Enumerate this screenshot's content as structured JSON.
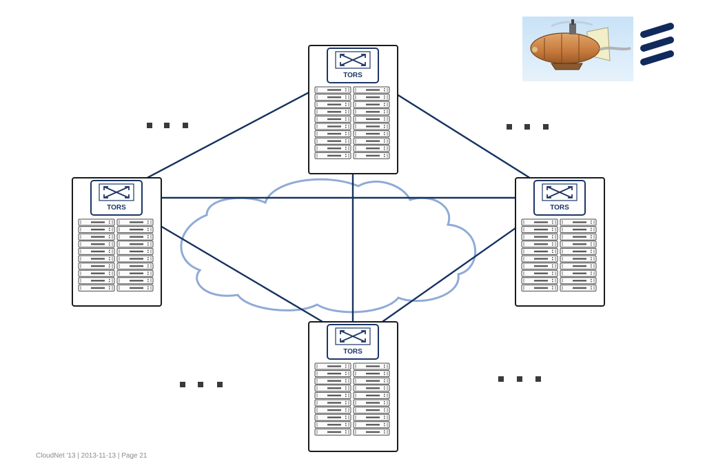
{
  "footer": {
    "text": "CloudNet '13 | 2013-11-13  |  Page 21"
  },
  "colors": {
    "link": "#16325f",
    "cloud": "#8fabd6",
    "rack_border": "#1a1a1a",
    "switch_fill": "#ffffff",
    "switch_border": "#1b3566",
    "ellipsis": "#3a3a3a",
    "logo": "#102a5c"
  },
  "racks": [
    {
      "id": "top",
      "switch_label": "TORS"
    },
    {
      "id": "left",
      "switch_label": "TORS"
    },
    {
      "id": "right",
      "switch_label": "TORS"
    },
    {
      "id": "bottom",
      "switch_label": "TORS"
    }
  ],
  "links": [
    [
      "top",
      "left"
    ],
    [
      "top",
      "right"
    ],
    [
      "top",
      "bottom"
    ],
    [
      "left",
      "right"
    ],
    [
      "left",
      "bottom"
    ],
    [
      "right",
      "bottom"
    ]
  ],
  "icons": {
    "airship": "airship-illustration",
    "brand": "ericsson-logo-icon",
    "switch": "switch-arrows-icon",
    "server": "server-unit-icon",
    "cloud": "network-cloud-icon"
  }
}
